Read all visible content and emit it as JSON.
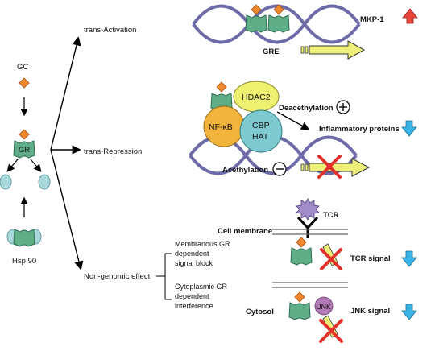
{
  "left": {
    "gc_label": "GC",
    "gr_label": "GR",
    "hsp_label": "Hsp 90"
  },
  "branches": {
    "trans_activation": "trans-Activation",
    "trans_repression": "trans-Repression",
    "non_genomic": "Non-genomic effect"
  },
  "activation": {
    "gre_label": "GRE",
    "mkp_label": "MKP-1"
  },
  "repression": {
    "hdac_label": "HDAC2",
    "nfkb_label": "NF-κB",
    "cbp_label": "CBP",
    "hat_label": "HAT",
    "deacetylation_label": "Deacethylation",
    "acetylation_label": "Acethylation",
    "inflammatory_label": "Inflammatory proteins"
  },
  "nongenomic": {
    "membranous_line1": "Membranous GR",
    "membranous_line2": "dependent",
    "membranous_line3": "signal block",
    "cytoplasmic_line1": "Cytoplasmic GR",
    "cytoplasmic_line2": "dependent",
    "cytoplasmic_line3": "interference",
    "tcr_label": "TCR",
    "cell_membrane_label": "Cell membrane",
    "tcr_signal_label": "TCR signal",
    "cytosol_label": "Cytosol",
    "jnk_label": "JNK",
    "jnk_signal_label": "JNK signal"
  },
  "colors": {
    "gr_green": "#5fae88",
    "gc_orange": "#f0872c",
    "dna_purple": "#6d6aa8",
    "gene_arrow_yellow": "#eef07a",
    "up_arrow_red": "#e8463c",
    "down_arrow_blue": "#3ab4e6",
    "hdac_yellow": "#eef070",
    "nfkb_orange": "#f2b43c",
    "cbp_teal": "#7fcad0",
    "hsp_teal": "#a8d8dc",
    "jnk_purple": "#b27ab6",
    "tcr_lilac": "#a08cc8",
    "cross_red": "#e2302a"
  }
}
